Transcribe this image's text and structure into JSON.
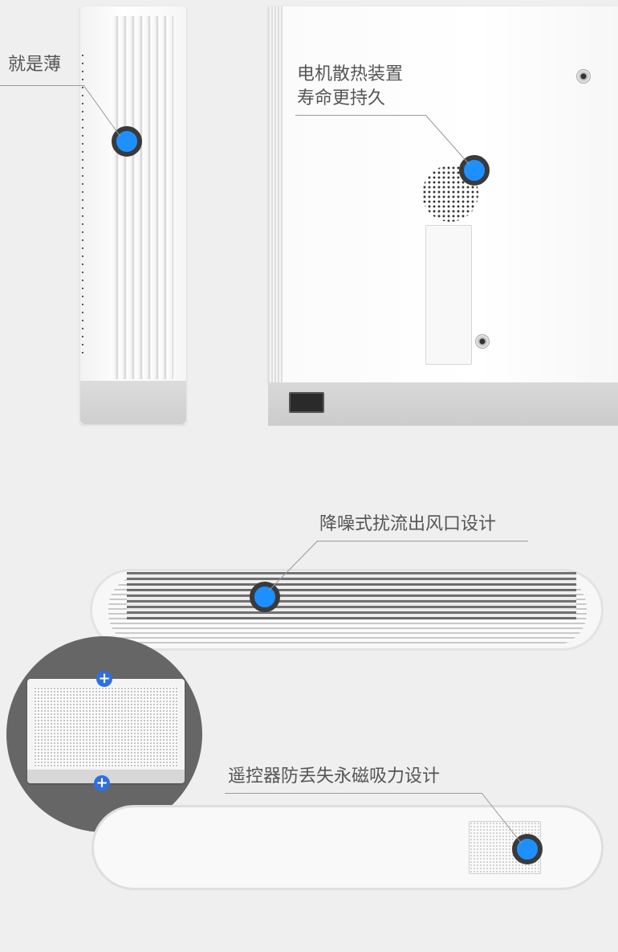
{
  "panels": {
    "slim": {
      "label": "就是薄",
      "icon": "blue-callout-dot-icon"
    },
    "motor": {
      "label_line1": "电机散热装置",
      "label_line2": "寿命更持久",
      "icon": "blue-callout-dot-icon"
    },
    "outlet": {
      "label": "降噪式扰流出风口设计",
      "icon": "blue-callout-dot-icon"
    },
    "remote": {
      "label": "遥控器防丢失永磁吸力设计",
      "icon": "blue-callout-dot-icon"
    },
    "overview": {
      "marker_top": "+",
      "marker_bottom": "+",
      "icon": "plus-marker-icon"
    }
  },
  "colors": {
    "background": "#efefef",
    "callout_dot": "#1e8fff",
    "callout_ring": "#3a3a3a",
    "text": "#555555",
    "plus_marker": "#2f6fe0"
  }
}
